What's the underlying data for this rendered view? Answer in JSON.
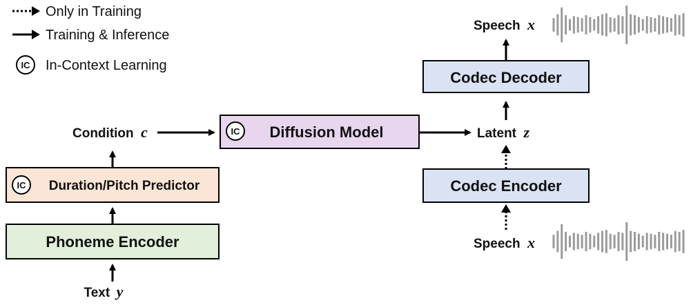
{
  "legend": {
    "only_training": "Only in Training",
    "training_inference": "Training & Inference",
    "in_context": "In-Context Learning",
    "ic_badge": "IC"
  },
  "boxes": {
    "phoneme_encoder": "Phoneme Encoder",
    "duration_pitch": "Duration/Pitch Predictor",
    "diffusion_model": "Diffusion Model",
    "codec_encoder": "Codec Encoder",
    "codec_decoder": "Codec Decoder"
  },
  "labels": {
    "text": "Text",
    "text_var": "y",
    "condition": "Condition",
    "condition_var": "c",
    "latent": "Latent",
    "latent_var": "z",
    "speech_in": "Speech",
    "speech_in_var": "x",
    "speech_out": "Speech",
    "speech_out_var": "x"
  },
  "colors": {
    "phoneme_encoder_fill": "#e2efda",
    "duration_pitch_fill": "#fbe5d6",
    "diffusion_fill": "#e8d5ee",
    "codec_fill": "#dae3f3",
    "box_stroke": "#000000",
    "waveform": "#9a9a9a"
  },
  "waveform_amplitudes": [
    0.35,
    0.55,
    0.9,
    0.5,
    0.3,
    0.45,
    0.4,
    0.35,
    0.5,
    0.4,
    0.3,
    0.45,
    0.55,
    0.6,
    0.4,
    0.35,
    0.5,
    0.45,
    1.0,
    0.55,
    0.5,
    0.4,
    0.3,
    0.45,
    0.4,
    0.35,
    0.5,
    0.45,
    0.4,
    0.35,
    0.55,
    0.5,
    0.6
  ]
}
